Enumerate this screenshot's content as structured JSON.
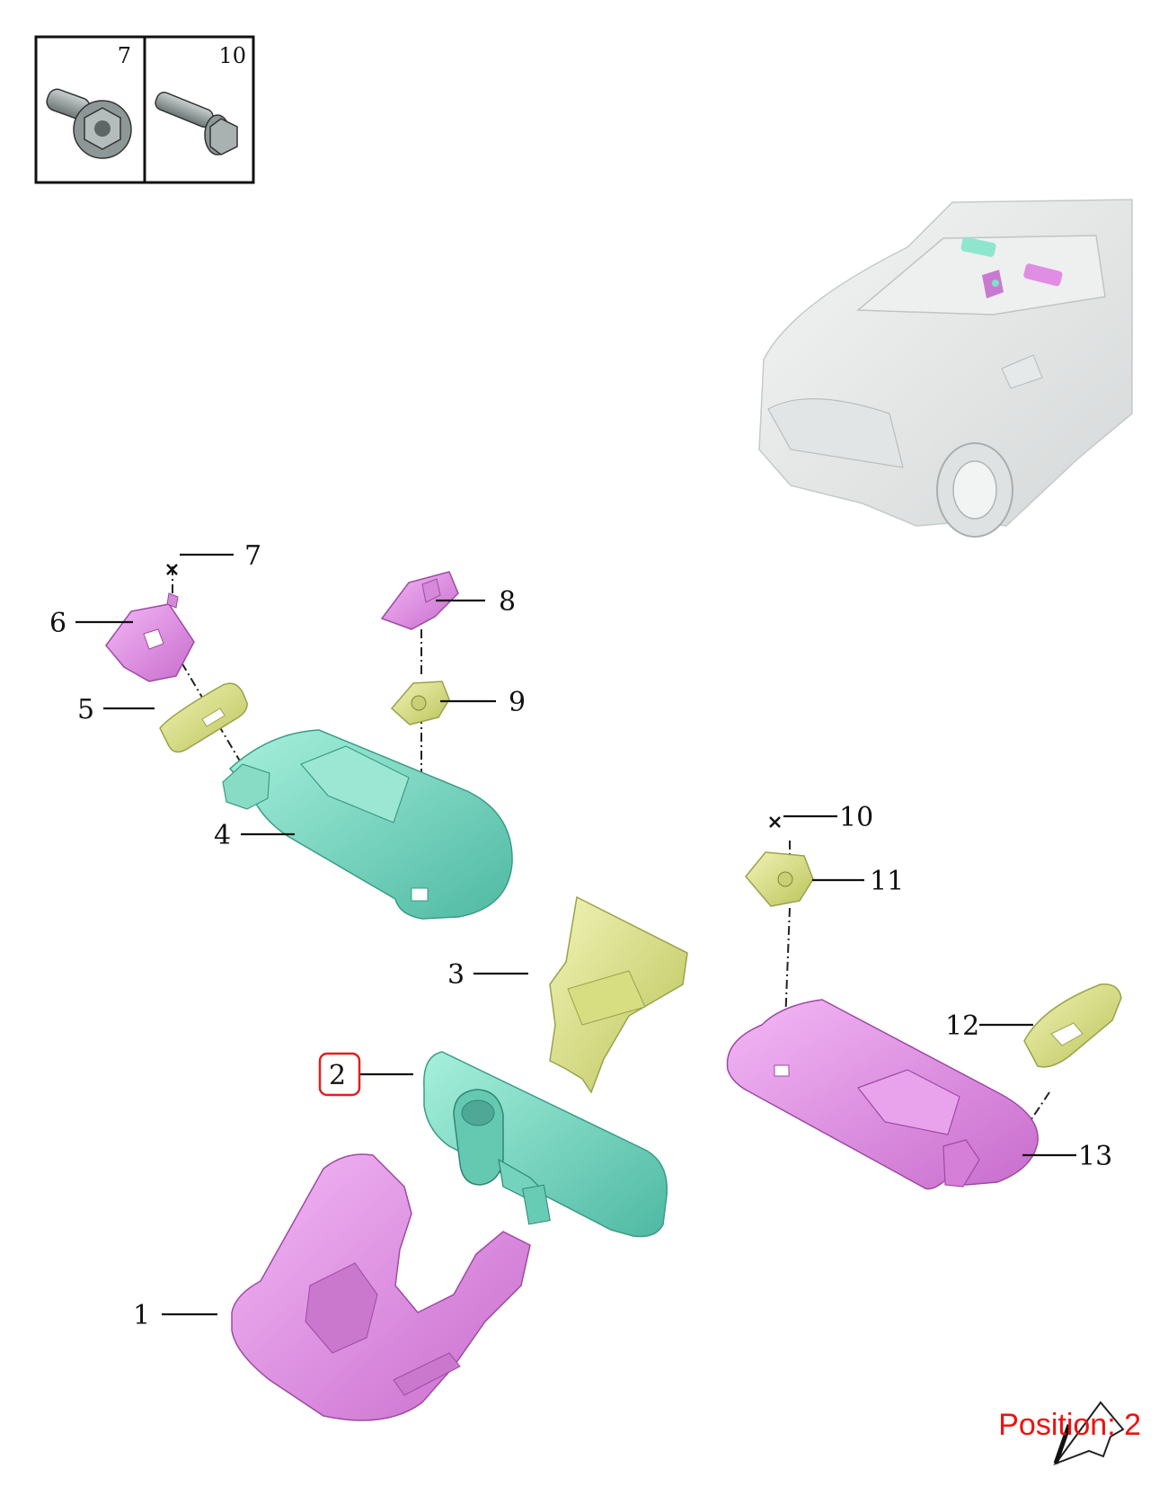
{
  "fastener_table": {
    "cells": [
      {
        "number": "7",
        "icon": "flange-hex-nut-icon"
      },
      {
        "number": "10",
        "icon": "hex-bolt-icon"
      }
    ]
  },
  "parts": [
    {
      "number": "1",
      "name": "mirror-cover-lower"
    },
    {
      "number": "2",
      "name": "interior-rearview-mirror",
      "highlighted": true
    },
    {
      "number": "3",
      "name": "mirror-cover-upper"
    },
    {
      "number": "4",
      "name": "sun-visor-left"
    },
    {
      "number": "5",
      "name": "visor-cover-left"
    },
    {
      "number": "6",
      "name": "visor-bracket-left"
    },
    {
      "number": "7",
      "name": "fastener-nut"
    },
    {
      "number": "8",
      "name": "visor-hook-bracket"
    },
    {
      "number": "9",
      "name": "visor-hook-clip-left"
    },
    {
      "number": "10",
      "name": "fastener-bolt"
    },
    {
      "number": "11",
      "name": "visor-hook-clip-right"
    },
    {
      "number": "12",
      "name": "visor-cover-right"
    },
    {
      "number": "13",
      "name": "sun-visor-right"
    }
  ],
  "position_indicator": {
    "label": "Position: 2"
  },
  "colors": {
    "highlight": "#e02020",
    "pink": "#e58fe8",
    "teal": "#7fe0c8",
    "yellow": "#dfe68a",
    "position_text": "#ee1111"
  }
}
